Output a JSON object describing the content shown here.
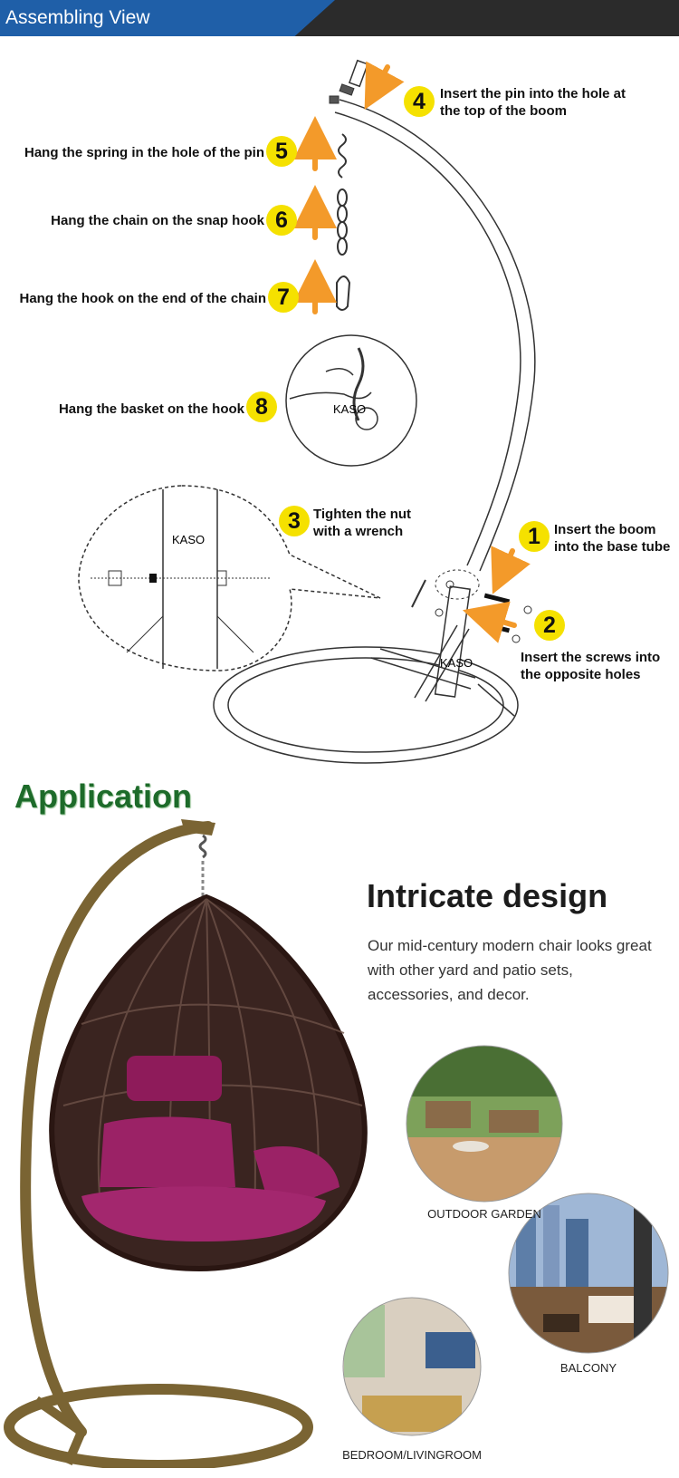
{
  "header": {
    "title": "Assembling View"
  },
  "steps": [
    {
      "num": "1",
      "text": "Insert the boom into the base tube"
    },
    {
      "num": "2",
      "text": "Insert the screws into the opposite holes"
    },
    {
      "num": "3",
      "text": "Tighten the nut with a wrench"
    },
    {
      "num": "4",
      "text": "Insert the pin into the hole at the top of the boom"
    },
    {
      "num": "5",
      "text": "Hang the spring in the hole of the pin"
    },
    {
      "num": "6",
      "text": "Hang the chain on the snap hook"
    },
    {
      "num": "7",
      "text": "Hang the hook on the end of the chain"
    },
    {
      "num": "8",
      "text": "Hang the basket on the hook"
    }
  ],
  "brand_marks": [
    "KASO",
    "KASO",
    "KASO"
  ],
  "application": {
    "title": "Application",
    "design_title": "Intricate design",
    "design_desc": "Our mid-century modern chair looks great with other yard and patio sets, accessories, and decor.",
    "scenes": [
      "OUTDOOR GARDEN",
      "BALCONY",
      "BEDROOM/LIVINGROOM"
    ]
  },
  "colors": {
    "header_blue": "#1f5fa8",
    "header_dark": "#2b2b2b",
    "badge": "#f5e100",
    "arrow": "#f39a2a",
    "application_green": "#1d6b2a",
    "cushion": "#8e1b5a",
    "frame": "#7a6433"
  }
}
